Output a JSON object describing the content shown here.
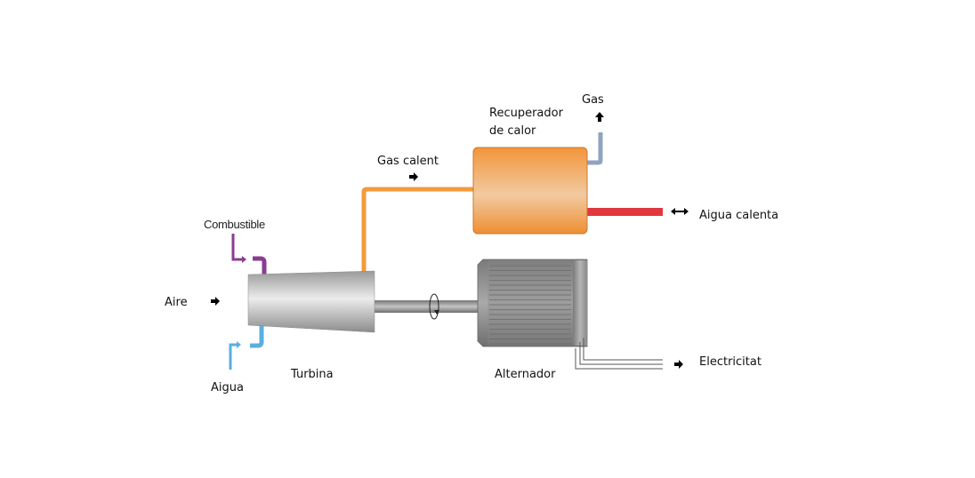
{
  "diagram": {
    "title": "",
    "components": {
      "turbine": {
        "label": "Turbina"
      },
      "alternator": {
        "label": "Alternador"
      },
      "heat_recovery": {
        "label_line1": "Recuperador",
        "label_line2": "de calor"
      }
    },
    "flows": {
      "air": {
        "label": "Aire"
      },
      "fuel": {
        "label": "Combustible"
      },
      "water": {
        "label": "Aigua"
      },
      "hot_gas": {
        "label": "Gas calent"
      },
      "gas_out": {
        "label": "Gas"
      },
      "hot_water": {
        "label": "Aigua calenta"
      },
      "electricity": {
        "label": "Electricitat"
      }
    },
    "colors": {
      "hot_gas_pipe": "#f39a3c",
      "hot_water_pipe": "#e0383e",
      "gas_out_pipe": "#8fa3c2",
      "fuel_pipe": "#8a3d8f",
      "water_pipe": "#5aaee0",
      "recuperator_body": "#f0963a"
    }
  }
}
